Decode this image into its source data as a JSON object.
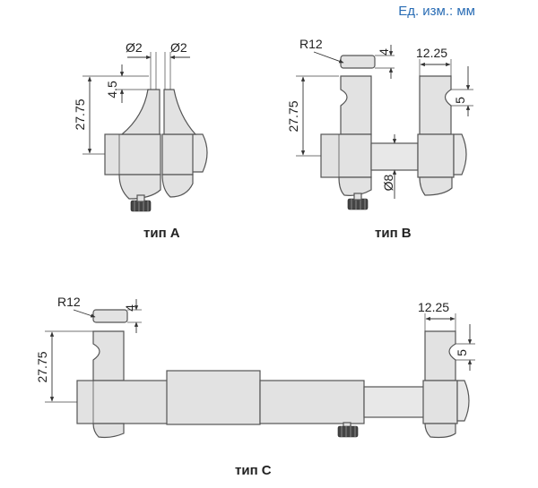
{
  "units_label": "Ед. изм.: мм",
  "types": {
    "a": {
      "label": "тип A",
      "dims": {
        "tip_left": "Ø2",
        "tip_right": "Ø2",
        "tip_height": "4.5",
        "jaw_height": "27.75"
      }
    },
    "b": {
      "label": "тип B",
      "dims": {
        "radius": "R12",
        "tip_height": "4",
        "jaw_height": "27.75",
        "rod_diameter": "Ø8",
        "jaw_width": "12.25",
        "jaw_step": "5"
      }
    },
    "c": {
      "label": "тип C",
      "dims": {
        "radius": "R12",
        "tip_height": "4",
        "jaw_height": "27.75",
        "jaw_width": "12.25",
        "jaw_step": "5"
      }
    }
  }
}
